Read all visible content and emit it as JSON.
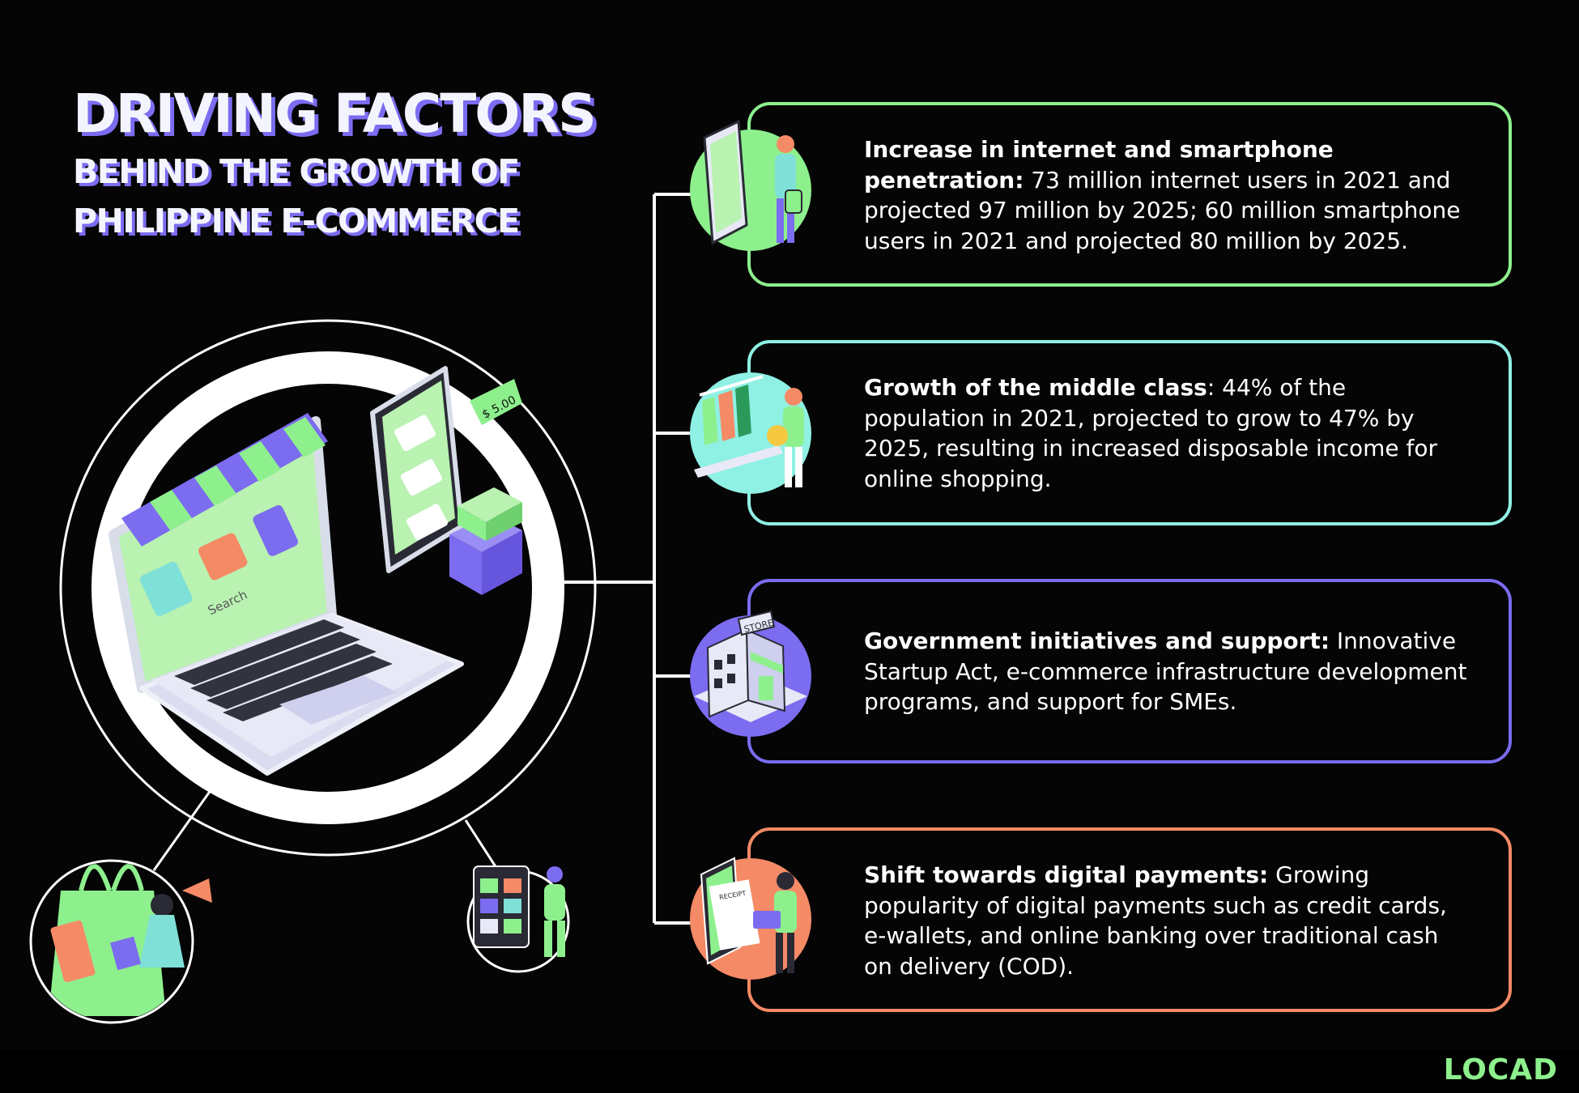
{
  "title": {
    "line1": "DRIVING FACTORS",
    "line2": "BEHIND THE GROWTH OF",
    "line3": "PHILIPPINE E-COMMERCE"
  },
  "illustration": {
    "price_tag": "$ 5.00",
    "search_label": "Search",
    "store_sign": "STORE",
    "receipt_label": "RECEIPT"
  },
  "factors": [
    {
      "heading": "Increase in internet and smartphone penetration:",
      "body": " 73 million internet users in 2021 and projected 97 million by 2025; 60 million smartphone users in 2021 and projected 80 million by 2025.",
      "color": "#8df08d"
    },
    {
      "heading": "Growth of the middle class",
      "body": ": 44% of the population in 2021, projected to grow to 47% by 2025, resulting in increased disposable income for online shopping.",
      "color": "#8ff0e4"
    },
    {
      "heading": "Government initiatives and support:",
      "body": " Innovative Startup Act, e-commerce infrastructure development programs, and support for SMEs.",
      "color": "#7b6cf0"
    },
    {
      "heading": "Shift towards digital payments:",
      "body": " Growing popularity of digital payments such as credit cards, e-wallets, and online banking over traditional cash on delivery (COD).",
      "color": "#f58a66"
    }
  ],
  "brand": {
    "logo": "LOCAD"
  },
  "colors": {
    "background": "#050505",
    "green": "#8df08d",
    "teal": "#8ff0e4",
    "purple": "#7b6cf0",
    "orange": "#f58a66"
  }
}
